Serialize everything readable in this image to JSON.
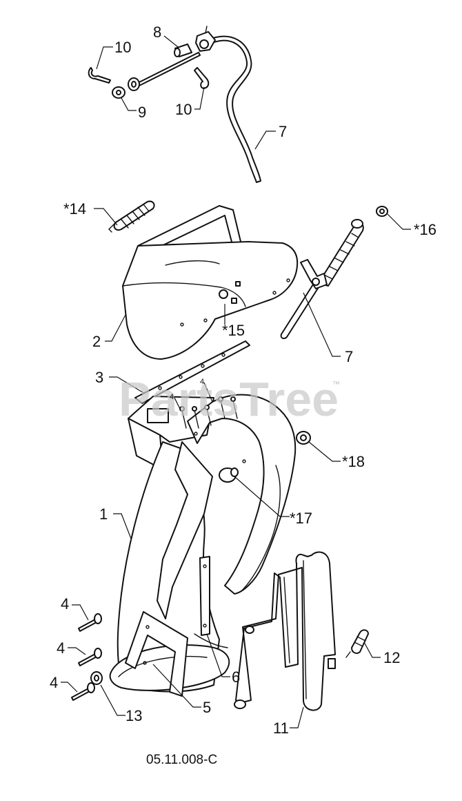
{
  "watermark": {
    "text": "PartsTree",
    "tm": "™"
  },
  "labels": {
    "l8": "8",
    "l10a": "10",
    "l10b": "10",
    "l9": "9",
    "l7a": "7",
    "l14": "*14",
    "l16": "*16",
    "l2": "2",
    "l15": "*15",
    "l7b": "7",
    "l3": "3",
    "l18": "*18",
    "l1": "1",
    "l17": "*17",
    "l4a": "4",
    "l4b": "4",
    "l4c": "4",
    "l13": "13",
    "l5": "5",
    "l6": "6",
    "l12": "12",
    "l11": "11",
    "small4a": "4",
    "small4b": "4"
  },
  "drawing_code": "05.11.008-C"
}
